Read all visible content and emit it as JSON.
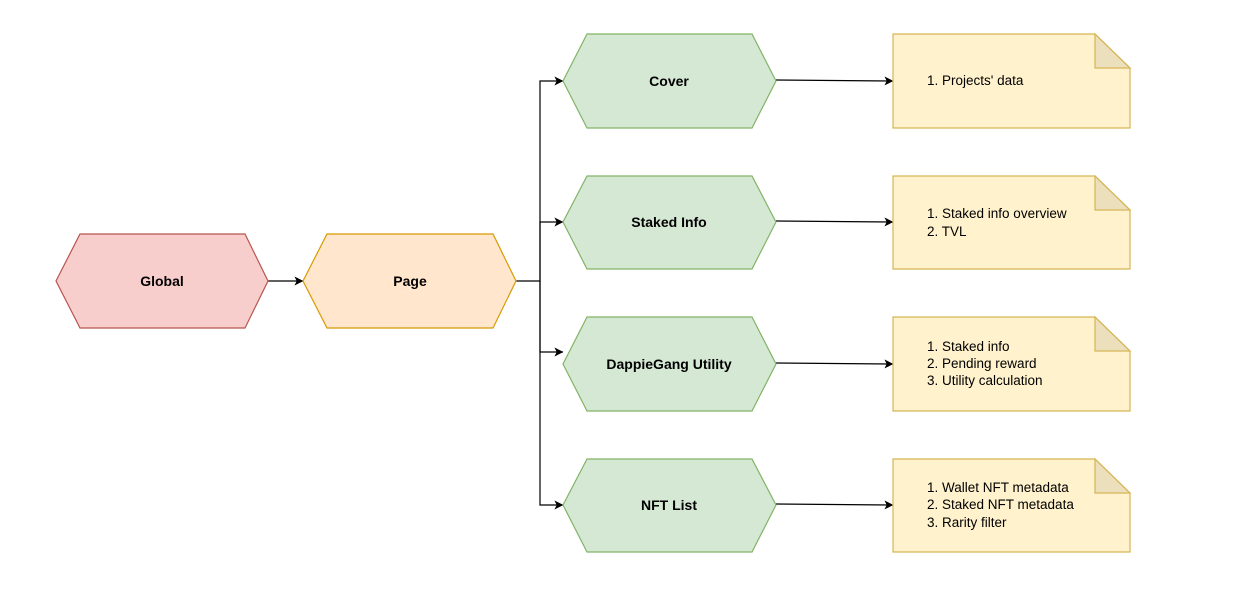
{
  "nodes": {
    "global": {
      "label": "Global",
      "fill": "#f8cecc",
      "stroke": "#b85450"
    },
    "page": {
      "label": "Page",
      "fill": "#ffe6cc",
      "stroke": "#d79b00"
    },
    "cover": {
      "label": "Cover",
      "fill": "#d5e8d4",
      "stroke": "#82b366"
    },
    "staked_info": {
      "label": "Staked Info",
      "fill": "#d5e8d4",
      "stroke": "#82b366"
    },
    "dappiegang_utility": {
      "label": "DappieGang Utility",
      "fill": "#d5e8d4",
      "stroke": "#82b366"
    },
    "nft_list": {
      "label": "NFT List",
      "fill": "#d5e8d4",
      "stroke": "#82b366"
    }
  },
  "notes": {
    "fill": "#fff2cc",
    "stroke": "#d6b656",
    "cover": [
      "1. Projects' data"
    ],
    "staked_info": [
      "1. Staked info overview",
      "2. TVL"
    ],
    "dappiegang_utility": [
      "1. Staked info",
      "2. Pending reward",
      "3. Utility calculation"
    ],
    "nft_list": [
      "1. Wallet NFT metadata",
      "2. Staked NFT metadata",
      "3. Rarity filter"
    ]
  }
}
